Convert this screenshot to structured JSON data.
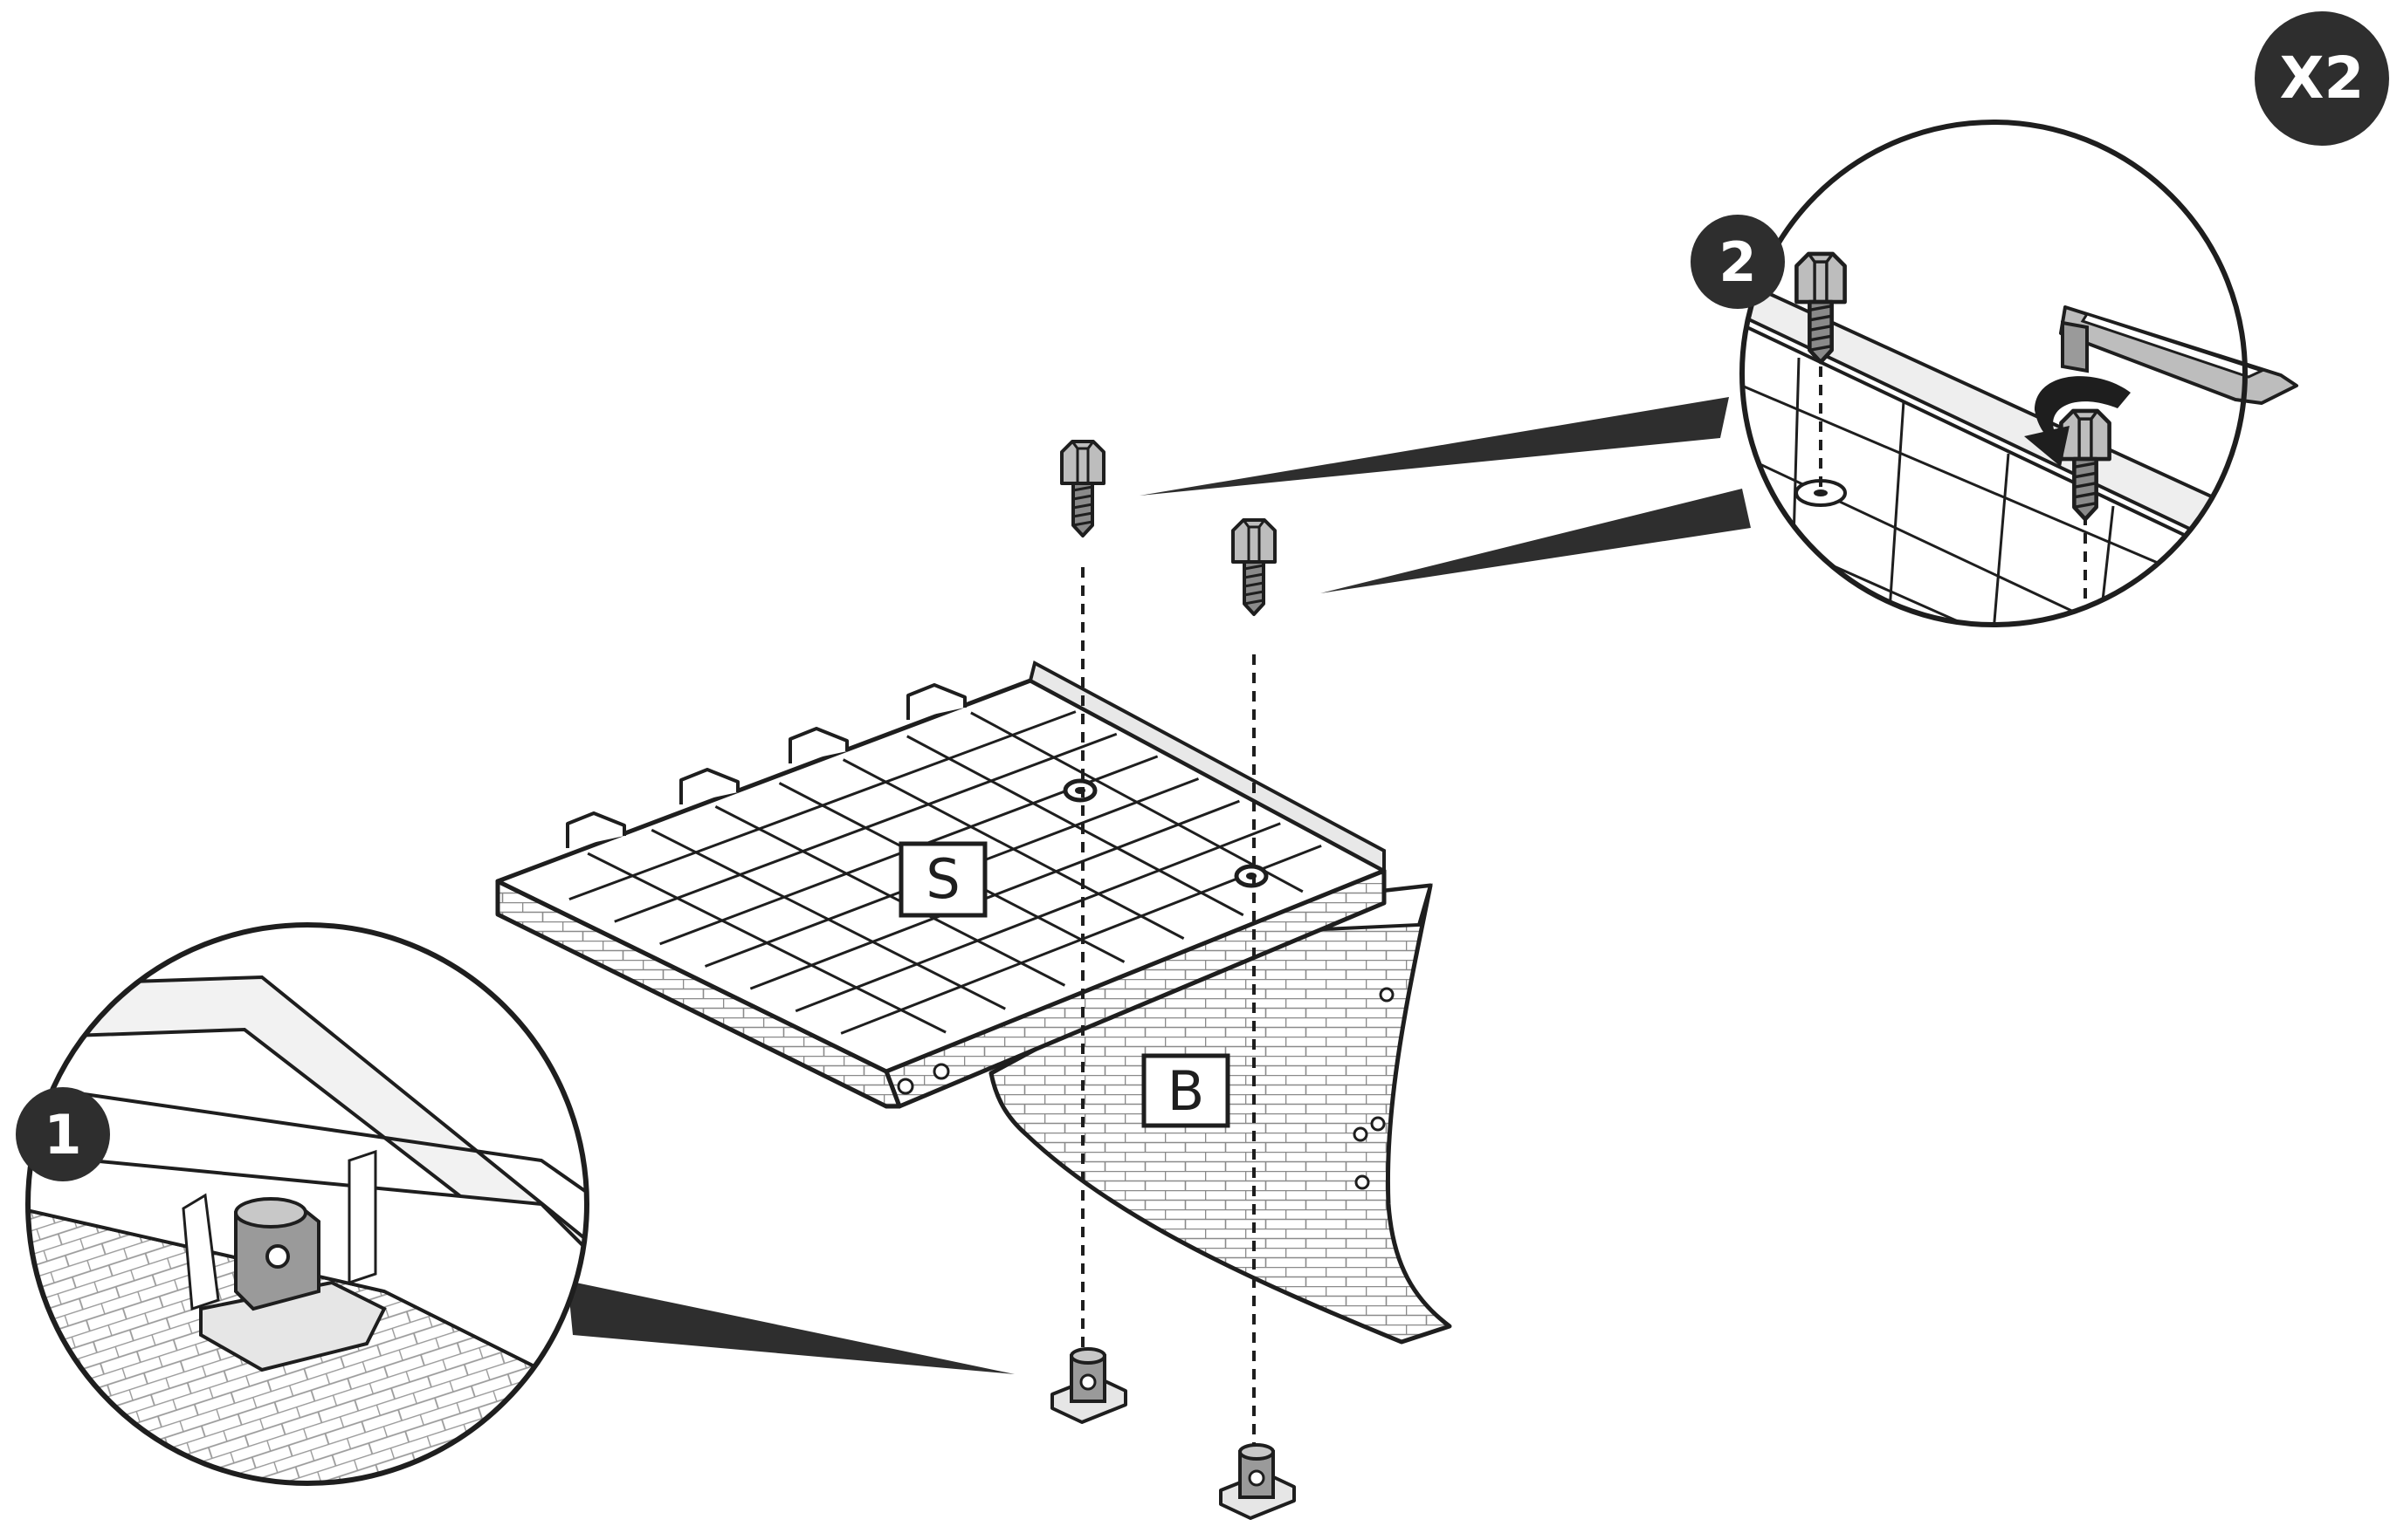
{
  "badges": {
    "quantity": "X2",
    "step1": "1",
    "step2": "2"
  },
  "parts": {
    "seat_panel": "S",
    "base_panel": "B"
  },
  "colors": {
    "ink": "#1e1e1e",
    "badge_fill": "#2e2e2e",
    "badge_text": "#ffffff",
    "part_fill": "#ffffff",
    "hatch": "#8a8a8a",
    "shade": "#d6d6d6"
  },
  "icons": {
    "fastener": "cam-bolt-icon",
    "receiver": "cam-lock-nut-icon",
    "tool": "hex-key-icon",
    "rotation": "rotate-arrow-icon"
  }
}
